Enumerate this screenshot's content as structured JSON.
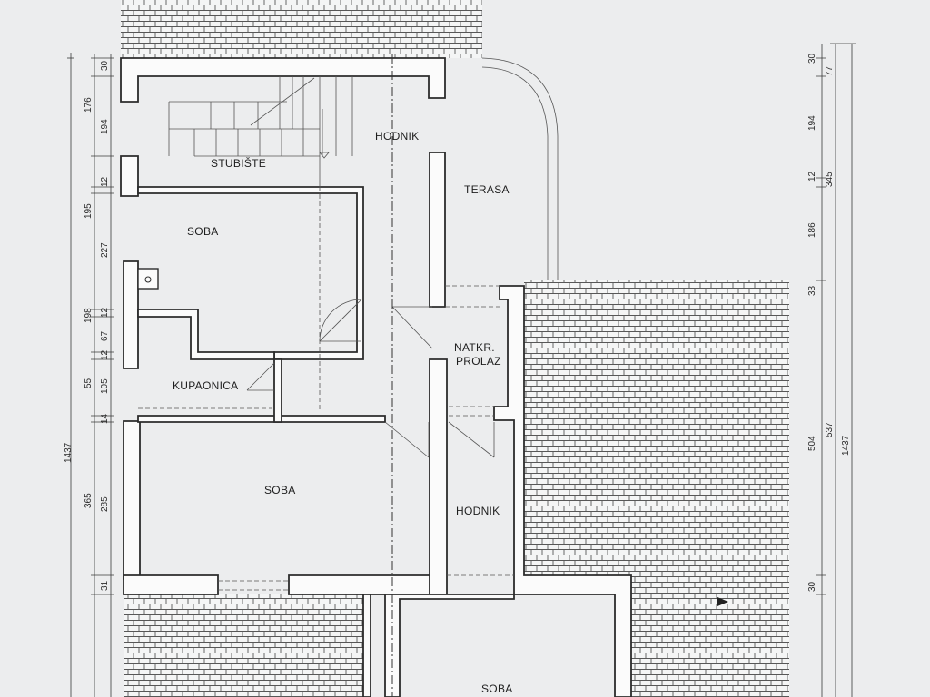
{
  "rooms": {
    "stubiste": "STUBIŠTE",
    "hodnik_top": "HODNIK",
    "terasa": "TERASA",
    "soba_1": "SOBA",
    "kupaonica": "KUPAONICA",
    "natkr_line1": "NATKR.",
    "natkr_line2": "PROLAZ",
    "soba_2": "SOBA",
    "hodnik_bottom": "HODNIK",
    "soba_3": "SOBA"
  },
  "dims_left_inner": [
    "30",
    "194",
    "12",
    "195",
    "12",
    "67",
    "12",
    "105",
    "14",
    "285",
    "31"
  ],
  "dims_left_outer": [
    "176",
    "227",
    "198",
    "55",
    "365"
  ],
  "dims_left_total": "1437",
  "dims_right_inner": [
    "30",
    "194",
    "12",
    "186",
    "33",
    "504",
    "30"
  ],
  "dims_right_outer": [
    "77",
    "345",
    "537"
  ],
  "dims_right_total": "1437"
}
